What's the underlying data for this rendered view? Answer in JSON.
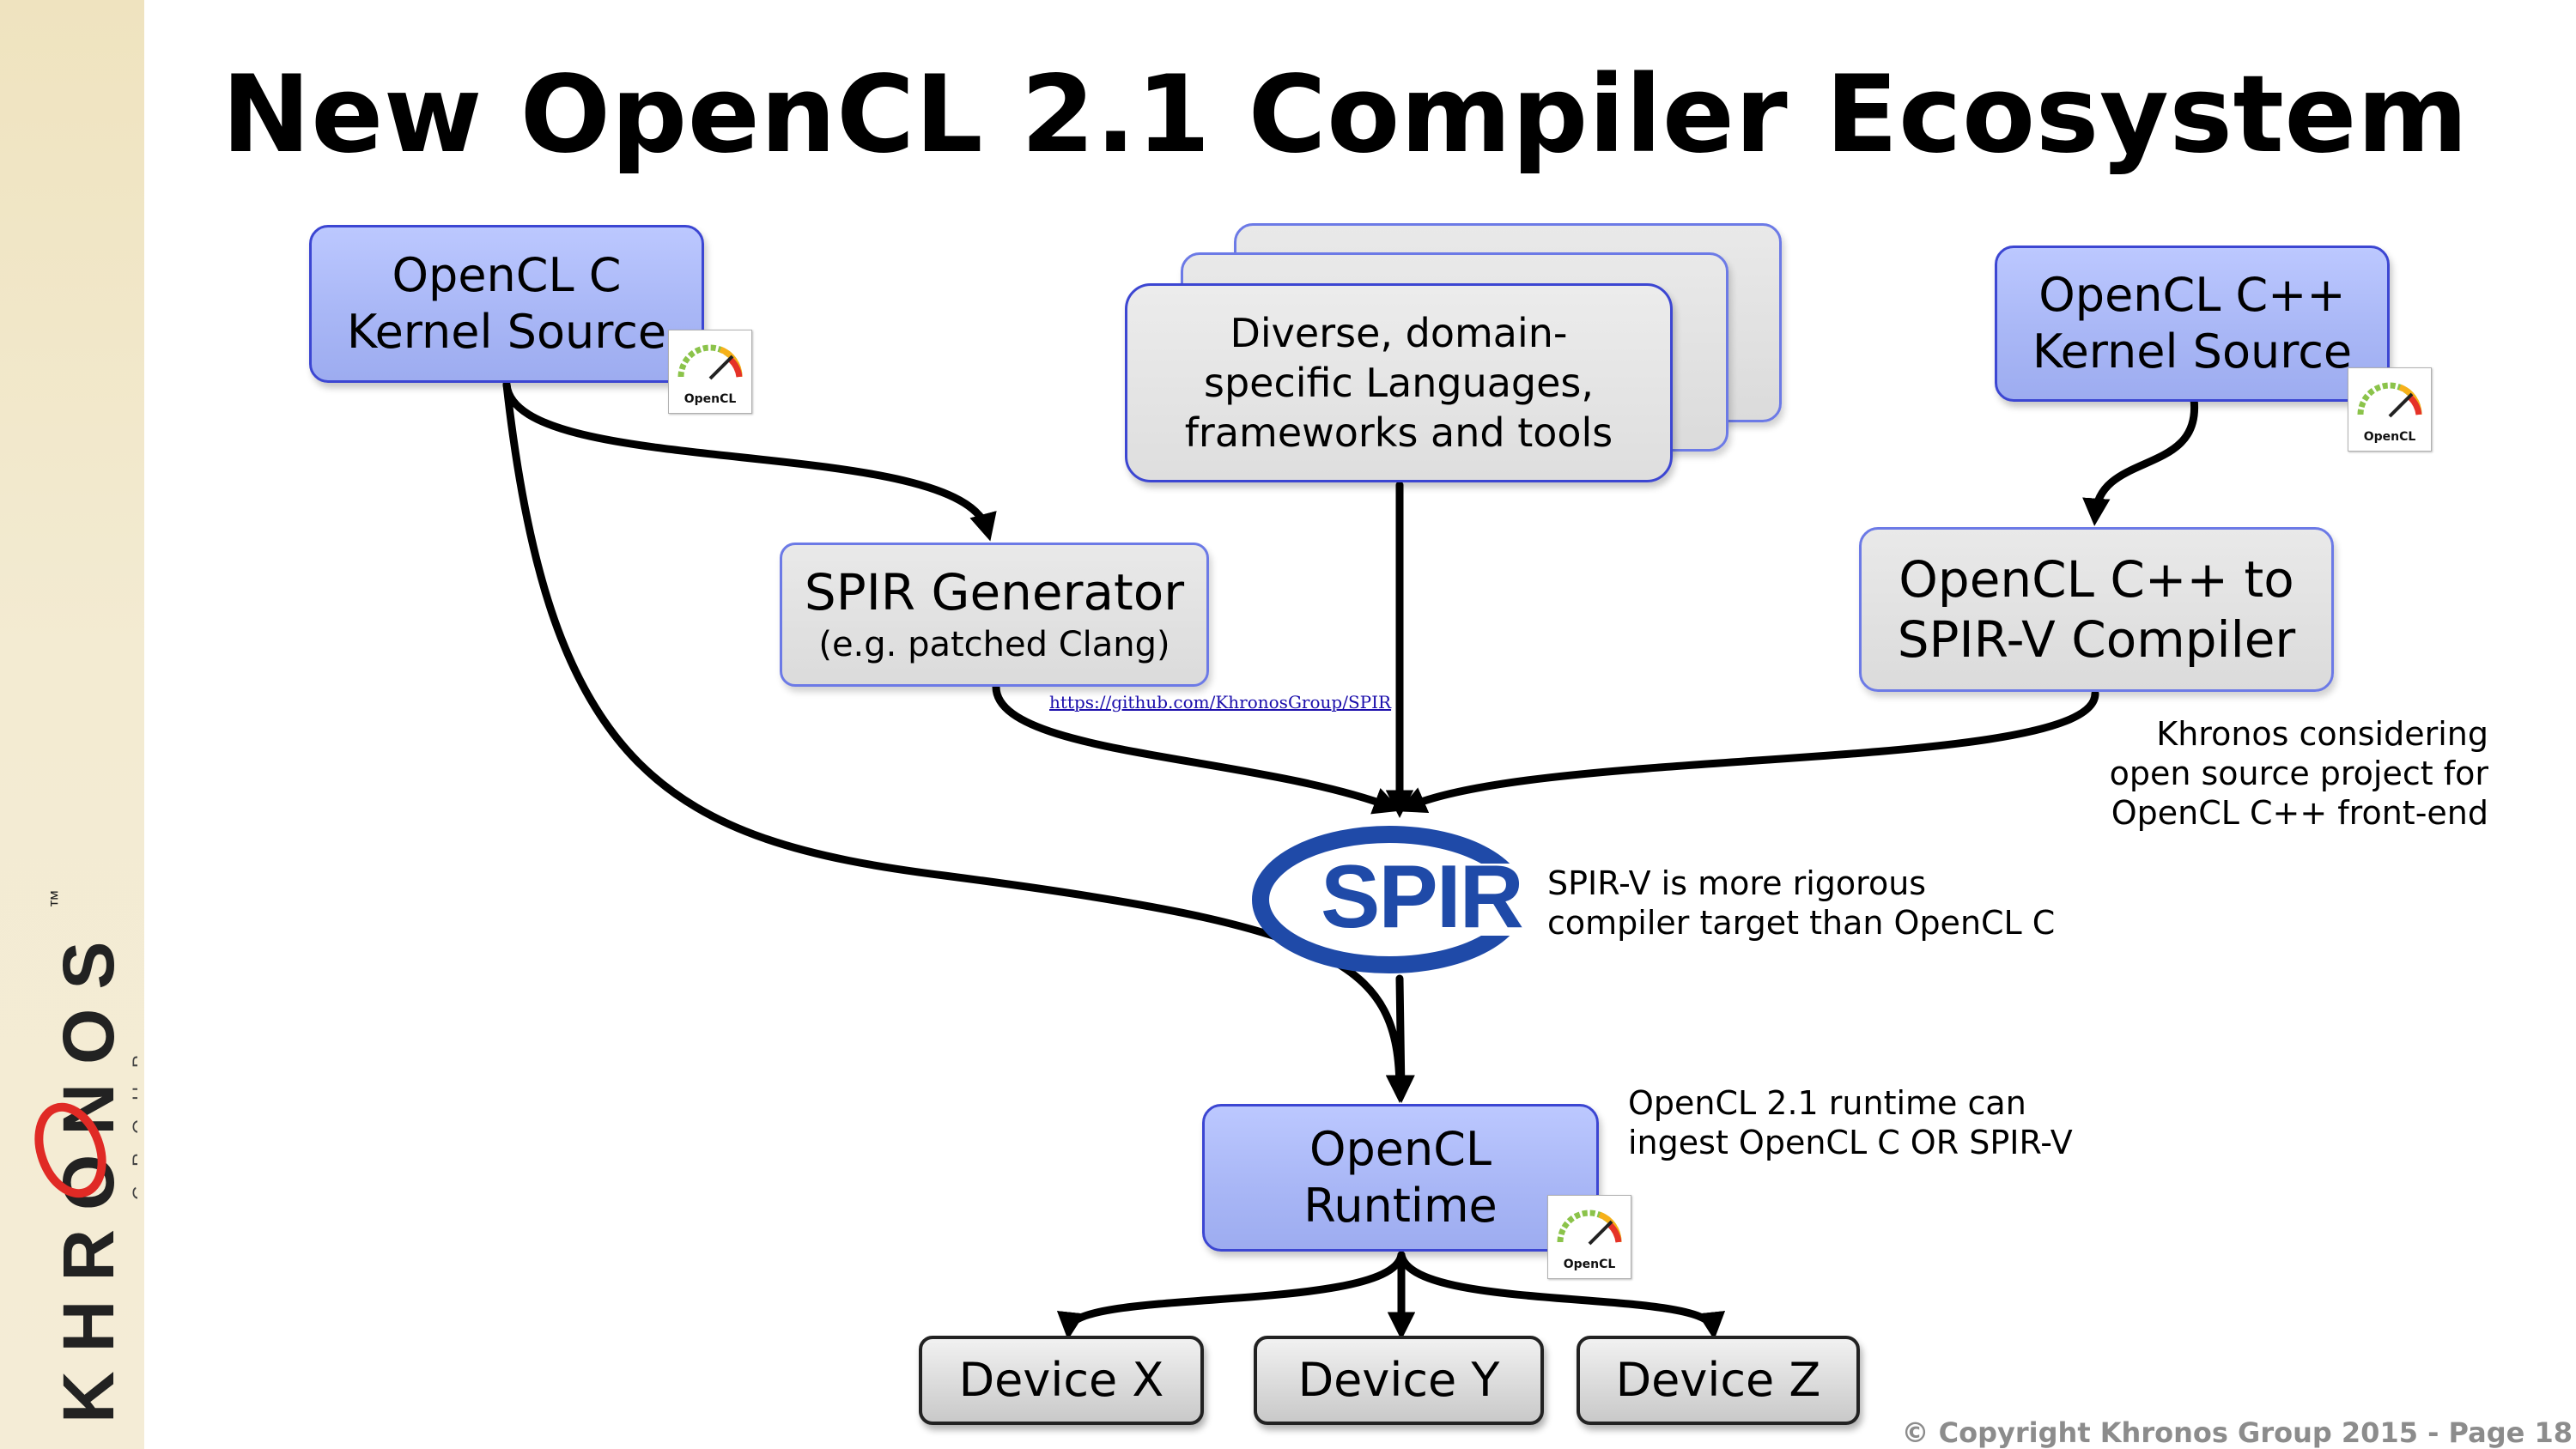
{
  "slide": {
    "title": "New OpenCL 2.1 Compiler Ecosystem",
    "copyright": "© Copyright Khronos Group 2015 - Page 18"
  },
  "logo": {
    "wordmark": "KHRONOS",
    "group": "GROUP",
    "trademark": "™"
  },
  "nodes": {
    "opencl_c_source": {
      "lines": [
        "OpenCL C",
        "Kernel Source"
      ]
    },
    "diverse_languages": {
      "lines": [
        "Diverse, domain-",
        "specific  Languages,",
        "frameworks and tools"
      ]
    },
    "opencl_cpp_source": {
      "lines": [
        "OpenCL C++",
        "Kernel Source"
      ]
    },
    "spir_generator": {
      "title": "SPIR Generator",
      "subtitle": "(e.g. patched Clang)"
    },
    "cpp_to_spirv": {
      "lines": [
        "OpenCL C++ to",
        "SPIR-V Compiler"
      ]
    },
    "opencl_runtime": {
      "lines": [
        "OpenCL",
        "Runtime"
      ]
    },
    "device_x": "Device X",
    "device_y": "Device Y",
    "device_z": "Device Z"
  },
  "badge_label": "OpenCL",
  "spir_logo_text": "SPIR",
  "link": "https://github.com/KhronosGroup/SPIR",
  "notes": {
    "khronos_considering": [
      "Khronos considering",
      "open source project for",
      "OpenCL C++ front-end"
    ],
    "spirv_rigorous": [
      "SPIR-V is more rigorous",
      "compiler target than OpenCL C"
    ],
    "runtime_ingest": [
      "OpenCL 2.1 runtime can",
      "ingest OpenCL C OR SPIR-V"
    ]
  },
  "colors": {
    "box_blue": "#a9b7f6",
    "box_border": "#3c46d2",
    "spir_blue": "#1f4aa8",
    "khronos_red": "#e02a25",
    "sidebar": "#f3ebd2"
  }
}
